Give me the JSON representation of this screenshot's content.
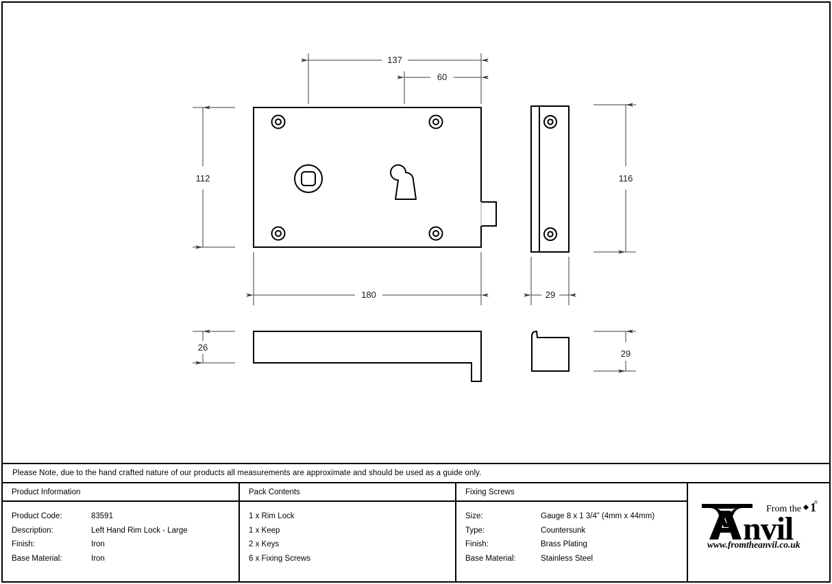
{
  "document": {
    "type": "technical-drawing",
    "note": "Please Note, due to the hand crafted nature of our products all measurements are approximate and should be used as a guide only."
  },
  "drawing": {
    "dimensions": {
      "front_width_to_keyhole": "137",
      "keyhole_to_edge": "60",
      "front_height": "112",
      "front_overall_width": "180",
      "top_view_depth": "26",
      "keep_height": "116",
      "keep_depth_top": "29",
      "keep_depth_side": "29"
    },
    "views": [
      {
        "name": "front-view-rim-lock",
        "label": ""
      },
      {
        "name": "side-view-keep",
        "label": ""
      },
      {
        "name": "top-view-rim-lock",
        "label": ""
      },
      {
        "name": "top-view-keep",
        "label": ""
      }
    ],
    "features": {
      "screw_holes": 4,
      "keep_screw_holes": 2,
      "spindle_hole": "square-follower",
      "keyhole": "escutcheon-keyhole",
      "latch_bolt": "protruding-bolt"
    },
    "units": "mm",
    "line_color": "#000000",
    "dimension_color": "#3c3c3c",
    "background": "#ffffff"
  },
  "info_table": {
    "product_information": {
      "header": "Product Information",
      "rows": [
        {
          "label": "Product Code:",
          "value": "83591"
        },
        {
          "label": "Description:",
          "value": "Left Hand Rim Lock - Large"
        },
        {
          "label": "Finish:",
          "value": "Iron"
        },
        {
          "label": "Base Material:",
          "value": "Iron"
        }
      ]
    },
    "pack_contents": {
      "header": "Pack Contents",
      "items": [
        "1 x Rim Lock",
        "1 x Keep",
        "2 x Keys",
        "6 x Fixing Screws"
      ]
    },
    "fixing_screws": {
      "header": "Fixing Screws",
      "rows": [
        {
          "label": "Size:",
          "value": "Gauge 8 x 1 3/4” (4mm x 44mm)"
        },
        {
          "label": "Type:",
          "value": "Countersunk"
        },
        {
          "label": "Finish:",
          "value": "Brass Plating"
        },
        {
          "label": "Base Material:",
          "value": "Stainless Steel"
        }
      ]
    },
    "brand": {
      "name_top": "From the",
      "name_main": "Anvil",
      "website": "www.fromtheanvil.co.uk",
      "registered_mark": "®"
    }
  }
}
